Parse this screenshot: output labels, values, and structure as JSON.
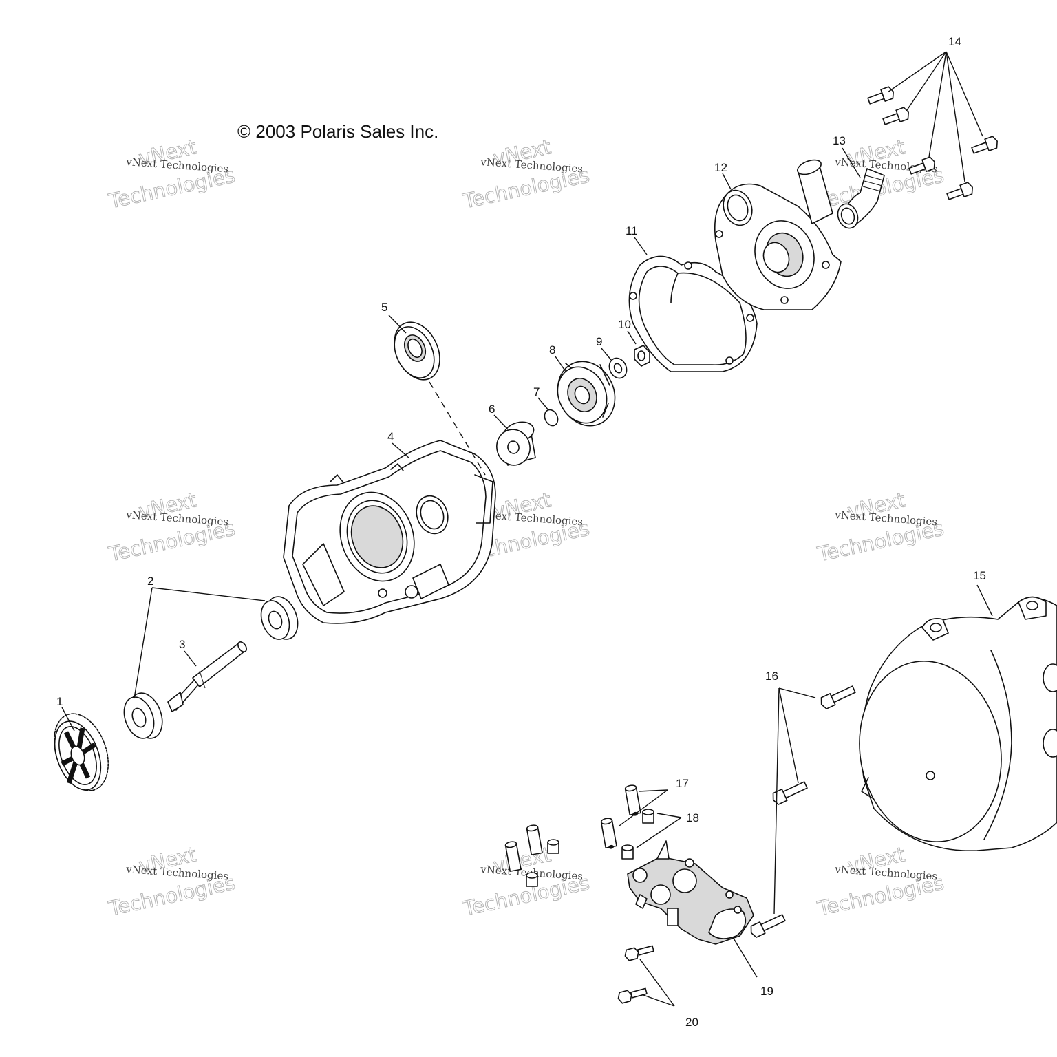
{
  "copyright": "© 2003 Polaris Sales Inc.",
  "watermark": {
    "brand": "vNext",
    "name": "Technologies",
    "full": "vNext Technologies"
  },
  "callouts": [
    "1",
    "2",
    "3",
    "4",
    "5",
    "6",
    "7",
    "8",
    "9",
    "10",
    "11",
    "12",
    "13",
    "14",
    "15",
    "16",
    "17",
    "18",
    "19",
    "20"
  ]
}
